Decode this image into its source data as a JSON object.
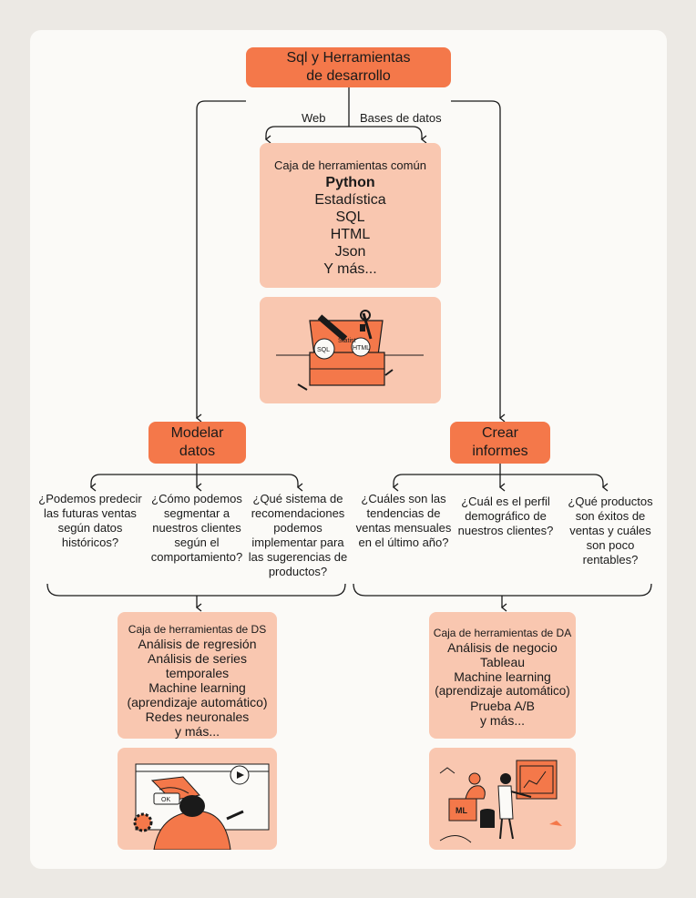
{
  "title": {
    "line1": "Sql y Herramientas",
    "line2": "de desarrollo"
  },
  "branch_labels": {
    "web": "Web",
    "databases": "Bases de datos"
  },
  "common_tools": {
    "caption": "Caja de herramientas común",
    "items": [
      "Python",
      "Estadística",
      "SQL",
      "HTML",
      "Json",
      "Y más..."
    ]
  },
  "toolbox_illustration": {
    "labels": [
      "SQL",
      "Statist",
      "HTML"
    ]
  },
  "modeling": {
    "header": {
      "line1": "Modelar",
      "line2": "datos"
    },
    "questions": [
      [
        "¿Podemos predecir",
        "las futuras ventas",
        "según datos",
        "históricos?"
      ],
      [
        "¿Cómo podemos",
        "segmentar a",
        "nuestros clientes",
        "según el",
        "comportamiento?"
      ],
      [
        "¿Qué sistema de",
        "recomendaciones",
        "podemos",
        "implementar para",
        "las sugerencias de",
        "productos?"
      ]
    ],
    "toolbox": {
      "caption": "Caja de herramientas de DS",
      "items": [
        "Análisis de regresión",
        "Análisis de series",
        "temporales",
        "Machine learning",
        "(aprendizaje automático)",
        "Redes neuronales",
        "y más..."
      ]
    },
    "illustration": {
      "button_label": "OK"
    }
  },
  "reports": {
    "header": {
      "line1": "Crear",
      "line2": "informes"
    },
    "questions": [
      [
        "¿Cuáles son las",
        "tendencias de",
        "ventas mensuales",
        "en el último año?"
      ],
      [
        "¿Cuál es el perfil",
        "demográfico de",
        "nuestros clientes?"
      ],
      [
        "¿Qué productos",
        "son éxitos de",
        "ventas y cuáles",
        "son poco",
        "rentables?"
      ]
    ],
    "toolbox": {
      "caption": "Caja de herramientas de DA",
      "items": [
        "Análisis de negocio",
        "Tableau",
        "Machine learning",
        "(aprendizaje automático)",
        "Prueba A/B",
        "y más..."
      ]
    },
    "illustration": {
      "box_label": "ML"
    }
  },
  "colors": {
    "accent": "#f4784a",
    "box": "#f9c7b0",
    "page": "#ece9e4",
    "card": "#fbfaf7",
    "ink": "#1a1a1a"
  }
}
